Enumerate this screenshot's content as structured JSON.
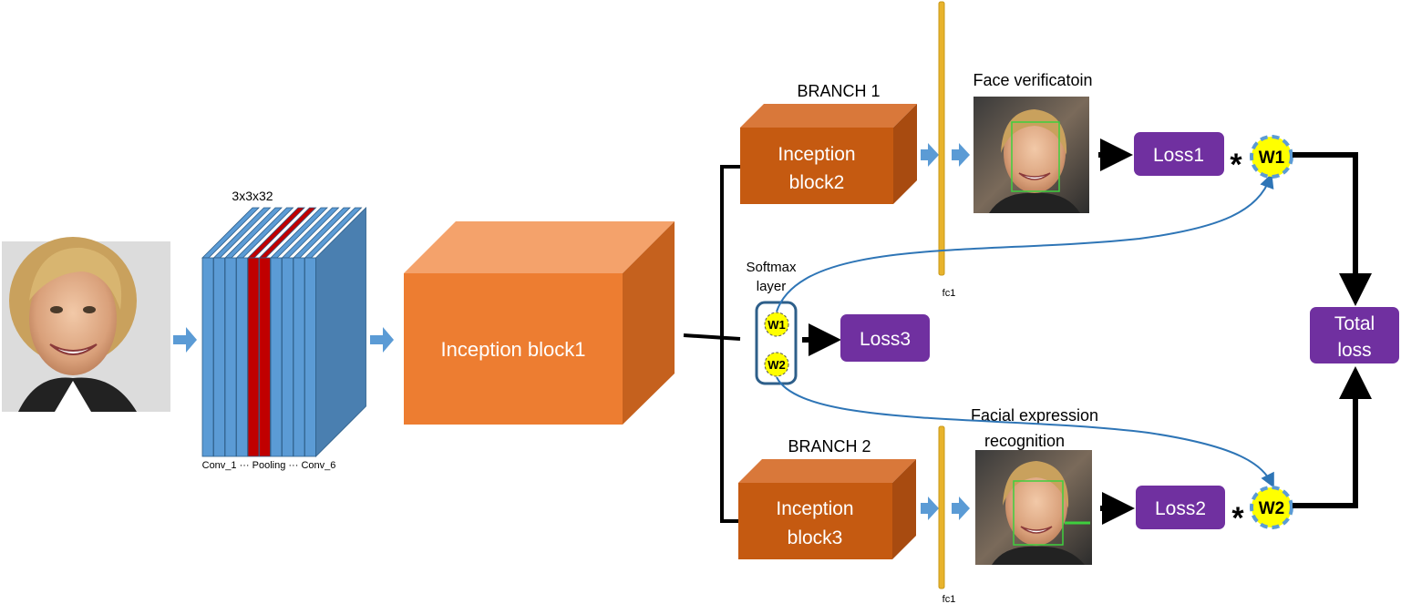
{
  "conv_stack": {
    "kernel_label": "3x3x32",
    "caption": "Conv_1 ··· Pooling ··· Conv_6"
  },
  "inception": {
    "block1": "Inception block1",
    "block2_line1": "Inception",
    "block2_line2": "block2",
    "block3_line1": "Inception",
    "block3_line2": "block3"
  },
  "branches": {
    "branch1": "BRANCH 1",
    "branch2": "BRANCH 2"
  },
  "fc_labels": {
    "top": "fc1",
    "bottom": "fc1"
  },
  "tasks": {
    "verification": "Face verificatoin",
    "expression_line1": "Facial expression",
    "expression_line2": "recognition"
  },
  "softmax": {
    "line1": "Softmax",
    "line2": "layer",
    "w1": "W1",
    "w2": "W2"
  },
  "losses": {
    "loss1": "Loss1",
    "loss2": "Loss2",
    "loss3": "Loss3",
    "total_line1": "Total",
    "total_line2": "loss",
    "mult_symbol": "*",
    "w1": "W1",
    "w2": "W2"
  },
  "colors": {
    "conv_blue": "#5b9bd5",
    "pool_red": "#c00000",
    "orange_main": "#ed7d31",
    "orange_branch": "#c55a11",
    "fc_gold": "#e8b32c",
    "loss_purple": "#7030a0",
    "weight_yellow": "#ffff00",
    "arrow_blue": "#5b9bd5",
    "curve_blue": "#2e75b6"
  }
}
